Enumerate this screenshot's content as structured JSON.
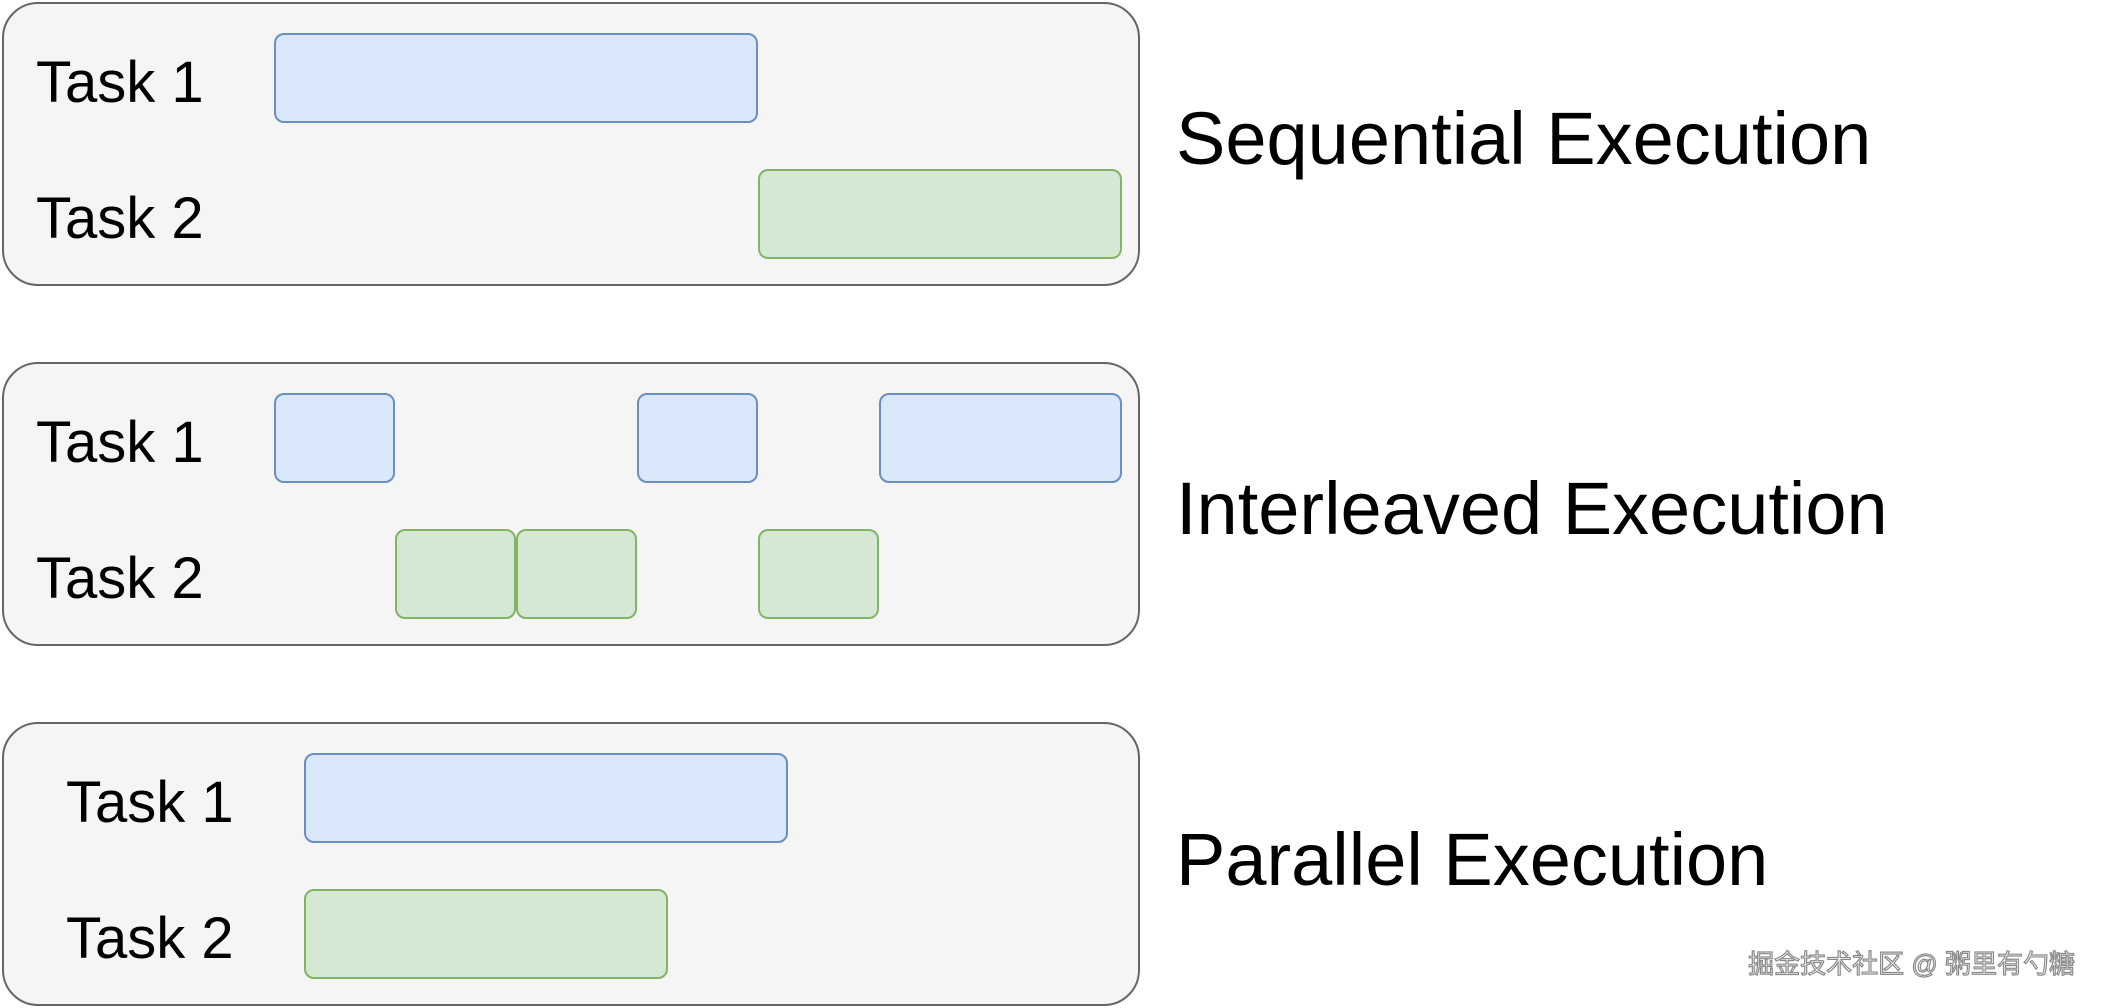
{
  "colors": {
    "panel_fill": "#f5f5f5",
    "panel_border": "#666666",
    "task1_fill": "#dae8fc",
    "task1_border": "#6c8ebf",
    "task2_fill": "#d5e8d4",
    "task2_border": "#82b366"
  },
  "diagrams": {
    "sequential": {
      "caption": "Sequential Execution",
      "task1_label": "Task 1",
      "task2_label": "Task 2"
    },
    "interleaved": {
      "caption": "Interleaved Execution",
      "task1_label": "Task 1",
      "task2_label": "Task 2"
    },
    "parallel": {
      "caption": "Parallel Execution",
      "task1_label": "Task 1",
      "task2_label": "Task 2"
    }
  },
  "watermark": "掘金技术社区 @ 粥里有勺糖"
}
